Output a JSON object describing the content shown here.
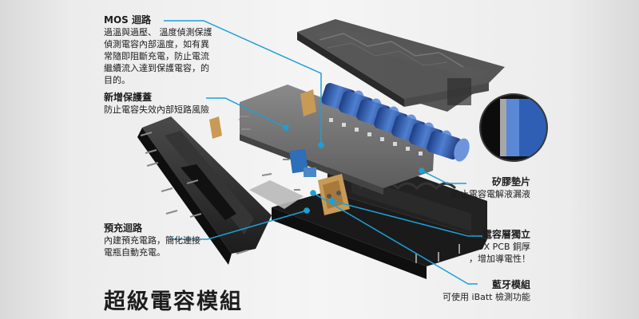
{
  "title": "超級電容模組",
  "annotations": {
    "mos": {
      "title": "MOS 迴路",
      "lines": [
        "過溫與過壓、 溫度偵測保護",
        "偵測電容內部溫度，如有異",
        "常隨即阻斷充電，防止電流",
        "繼續流入達到保護電容，的",
        "目的。"
      ]
    },
    "cover": {
      "title": "新增保護蓋",
      "lines": [
        "防止電容失效內部短路風險"
      ]
    },
    "precharge": {
      "title": "預充迴路",
      "lines": [
        "內建預充電路，簡化連接",
        "電瓶自動充電。"
      ]
    },
    "silicone": {
      "title": "矽膠墊片",
      "lines": [
        "防止電容電解液漏液"
      ]
    },
    "layer": {
      "title": "電容層獨立",
      "lines": [
        "2.5X PCB 銅厚",
        "，增加導電性！"
      ]
    },
    "bluetooth": {
      "title": "藍牙模組",
      "lines": [
        "可使用 iBatt 檢測功能"
      ]
    }
  },
  "colors": {
    "leader": "#1e9fd6",
    "capacitor": "#2f5fb4",
    "housing": "#161616",
    "pcb": "#6e6e6e",
    "copper": "#c89a55"
  }
}
